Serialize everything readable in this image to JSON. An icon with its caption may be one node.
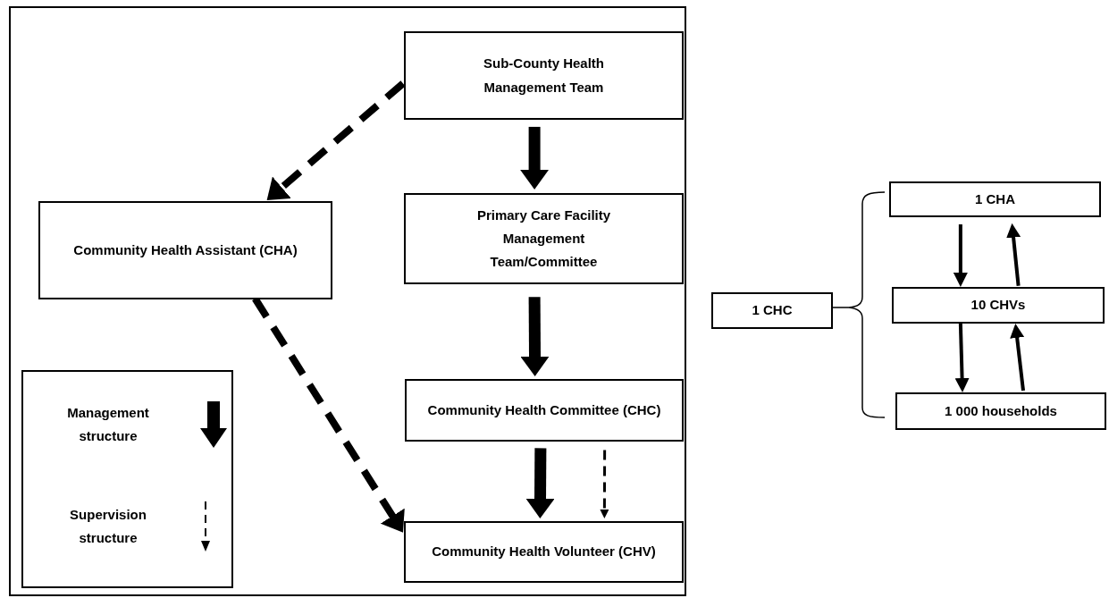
{
  "diagram": {
    "nodes": [
      {
        "text": [],
        "shape": "box"
      },
      {
        "text": [
          "Sub-County Health Management Team"
        ],
        "in": 0
      },
      {
        "text": [
          "Community Health Assistant (CHA)"
        ],
        "in": 0
      },
      {
        "text": [
          "Primary Care Facility Management Team/Committee"
        ],
        "in": 0
      },
      {
        "text": [
          "Community Health Committee (CHC)"
        ],
        "in": 0
      },
      {
        "text": [
          "Community Health Volunteer (CHV)"
        ],
        "in": 0
      },
      {
        "text": [
          "1 CHC"
        ]
      },
      {
        "text": [
          "1 CHA"
        ]
      },
      {
        "text": [
          "10 CHVs"
        ]
      },
      {
        "text": [
          "1 000 households"
        ]
      }
    ],
    "edges": [
      {
        "from": 1,
        "to": 2,
        "arrow": "to",
        "style": "dashed"
      },
      {
        "from": 1,
        "to": 3,
        "arrow": "to",
        "style": "thick"
      },
      {
        "from": 3,
        "to": 4,
        "arrow": "to",
        "style": "thick"
      },
      {
        "from": 4,
        "to": 5,
        "arrow": "to",
        "style": "thick"
      },
      {
        "from": 4,
        "to": 5,
        "arrow": "to",
        "style": "dashed"
      },
      {
        "from": 2,
        "to": 5,
        "arrow": "to",
        "style": "dashed"
      },
      {
        "from": 7,
        "to": 8,
        "arrow": "to"
      },
      {
        "from": 8,
        "to": 7,
        "arrow": "to"
      },
      {
        "from": 8,
        "to": 9,
        "arrow": "to"
      },
      {
        "from": 9,
        "to": 8,
        "arrow": "to"
      }
    ],
    "legend": [
      {
        "text": "Management structure"
      },
      {
        "text": "Supervision structure"
      }
    ]
  }
}
